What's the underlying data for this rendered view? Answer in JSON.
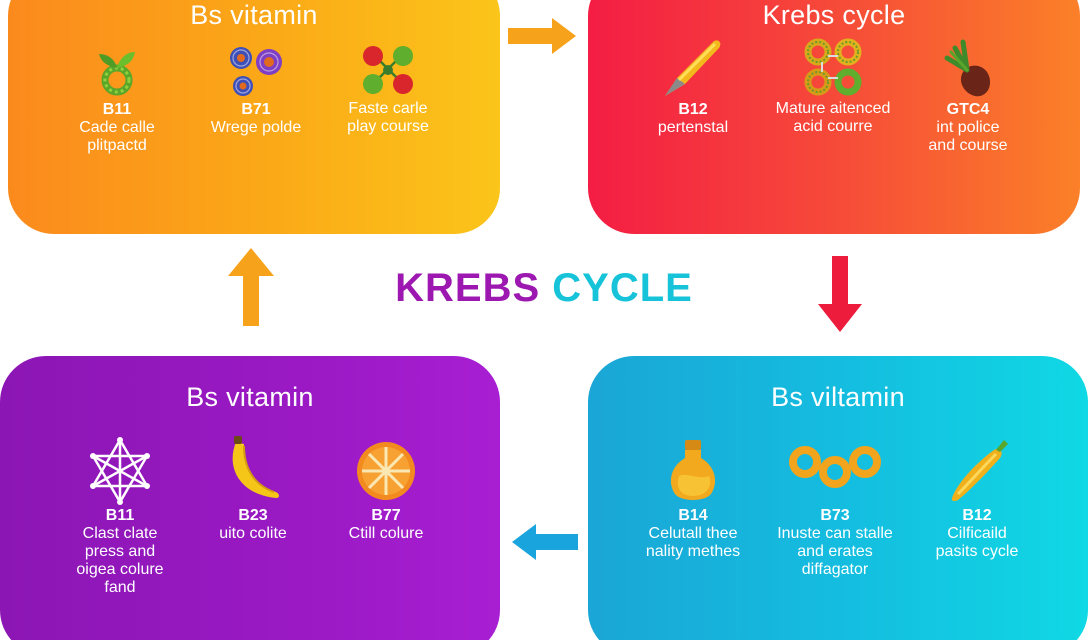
{
  "title": {
    "part1": "KREBS",
    "part2": "CYCLE",
    "part1_color": "#9d18b0",
    "part2_color": "#16c3d8"
  },
  "panels": {
    "top_left": {
      "title": "Bs vitamin",
      "items": [
        {
          "code": "B11",
          "desc_lines": [
            "Cade calle",
            "plitpactd"
          ],
          "icon": "sprout-wreath-icon"
        },
        {
          "code": "B71",
          "desc_lines": [
            "Wrege polde"
          ],
          "icon": "flowers-icon"
        },
        {
          "code": "",
          "desc_lines": [
            "Faste carle",
            "play course"
          ],
          "icon": "molecule-fruits-icon"
        }
      ]
    },
    "top_right": {
      "title": "Krebs cycle",
      "items": [
        {
          "code": "B12",
          "desc_lines": [
            "pertenstal"
          ],
          "icon": "pen-icon"
        },
        {
          "code": "",
          "desc_lines": [
            "Mature aitenced",
            "acid courre"
          ],
          "icon": "ring-cluster-icon"
        },
        {
          "code": "GTC4",
          "desc_lines": [
            "int police",
            "and course"
          ],
          "icon": "root-vegetable-icon"
        }
      ]
    },
    "bottom_left": {
      "title": "Bs vitamin",
      "items": [
        {
          "code": "B11",
          "desc_lines": [
            "Clast clate",
            "press and",
            "oigea colure",
            "fand"
          ],
          "icon": "star-network-icon"
        },
        {
          "code": "B23",
          "desc_lines": [
            "uito colite"
          ],
          "icon": "banana-icon"
        },
        {
          "code": "B77",
          "desc_lines": [
            "Ctill colure"
          ],
          "icon": "orange-slice-icon"
        }
      ]
    },
    "bottom_right": {
      "title": "Bs viltamin",
      "items": [
        {
          "code": "B14",
          "desc_lines": [
            "Celutall thee",
            "nality methes"
          ],
          "icon": "flask-icon"
        },
        {
          "code": "B73",
          "desc_lines": [
            "Inuste can stalle",
            "and erates",
            "diffagator"
          ],
          "icon": "linked-rings-icon"
        },
        {
          "code": "B12",
          "desc_lines": [
            "Cilficaild",
            "pasits cycle"
          ],
          "icon": "pepper-icon"
        }
      ]
    }
  },
  "arrows": [
    {
      "name": "arrow-right",
      "direction": "right",
      "color": "#f7a21b"
    },
    {
      "name": "arrow-down",
      "direction": "down",
      "color": "#ee1c3c"
    },
    {
      "name": "arrow-left",
      "direction": "left",
      "color": "#1aa4dd"
    },
    {
      "name": "arrow-up",
      "direction": "up",
      "color": "#f7a21b"
    }
  ]
}
